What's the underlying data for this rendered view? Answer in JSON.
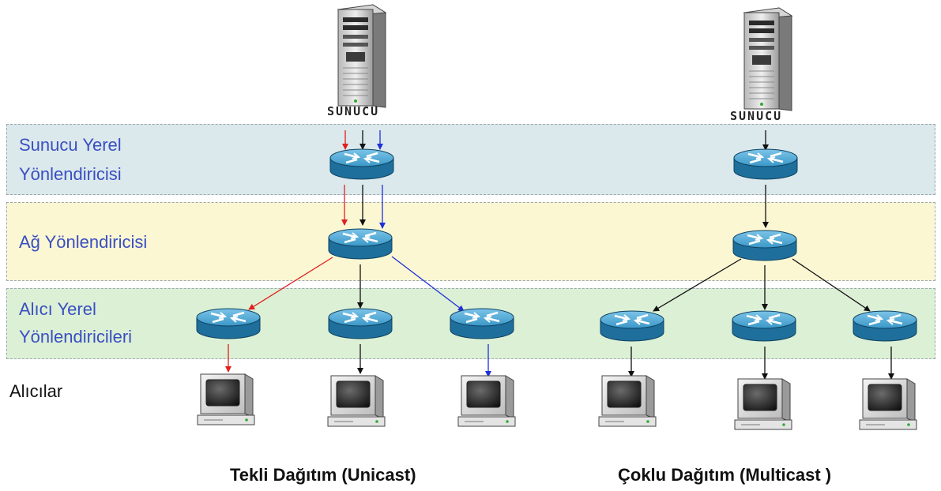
{
  "servers": {
    "left_label": "SUNUCU",
    "right_label": "SUNUCU"
  },
  "layers": {
    "server_local_router": {
      "line1": "Sunucu Yerel",
      "line2": "Yönlendiricisi"
    },
    "network_router": "Ağ Yönlendiricisi",
    "receiver_local_routers": {
      "line1": "Alıcı Yerel",
      "line2": "Yönlendiricileri"
    },
    "receivers": "Alıcılar"
  },
  "captions": {
    "unicast": "Tekli Dağıtım (Unicast)",
    "multicast": "Çoklu Dağıtım (Multicast )"
  },
  "colors": {
    "stream_red": "#e02020",
    "stream_black": "#111111",
    "stream_blue": "#2030d8",
    "server_band": "#dbe9ec",
    "network_band": "#fbf7d3",
    "receiver_band": "#dcf0d5",
    "router_body": "#2f8fc0"
  },
  "icons": {
    "server": "tower-server-icon",
    "router": "router-icon",
    "receiver": "crt-computer-icon"
  }
}
